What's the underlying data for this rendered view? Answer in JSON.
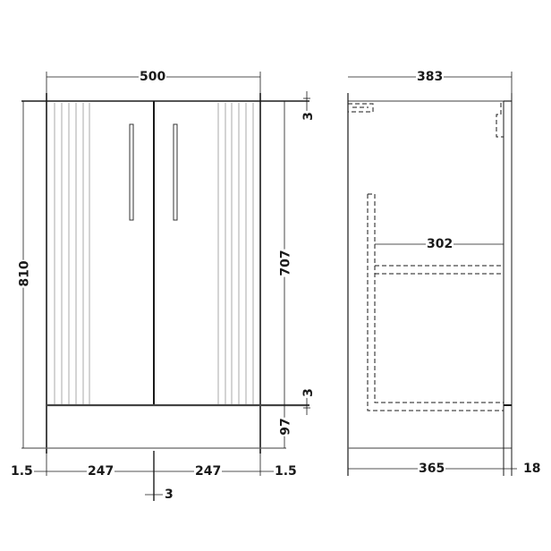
{
  "diagram": {
    "type": "technical-dimension-drawing",
    "units": "mm",
    "colors": {
      "line": "#1a1a1a",
      "groove": "#a8a8a8",
      "background": "#ffffff"
    },
    "front_view": {
      "overall_width": "500",
      "overall_height": "810",
      "door_height": "707",
      "top_gap": "3",
      "bottom_gap": "3",
      "plinth_height": "97",
      "left_side_gap": "1.5",
      "right_side_gap": "1.5",
      "left_door_width": "247",
      "right_door_width": "247",
      "center_gap": "3"
    },
    "side_view": {
      "overall_depth": "383",
      "shelf_depth": "302",
      "carcass_depth": "365",
      "door_thickness": "18"
    }
  }
}
